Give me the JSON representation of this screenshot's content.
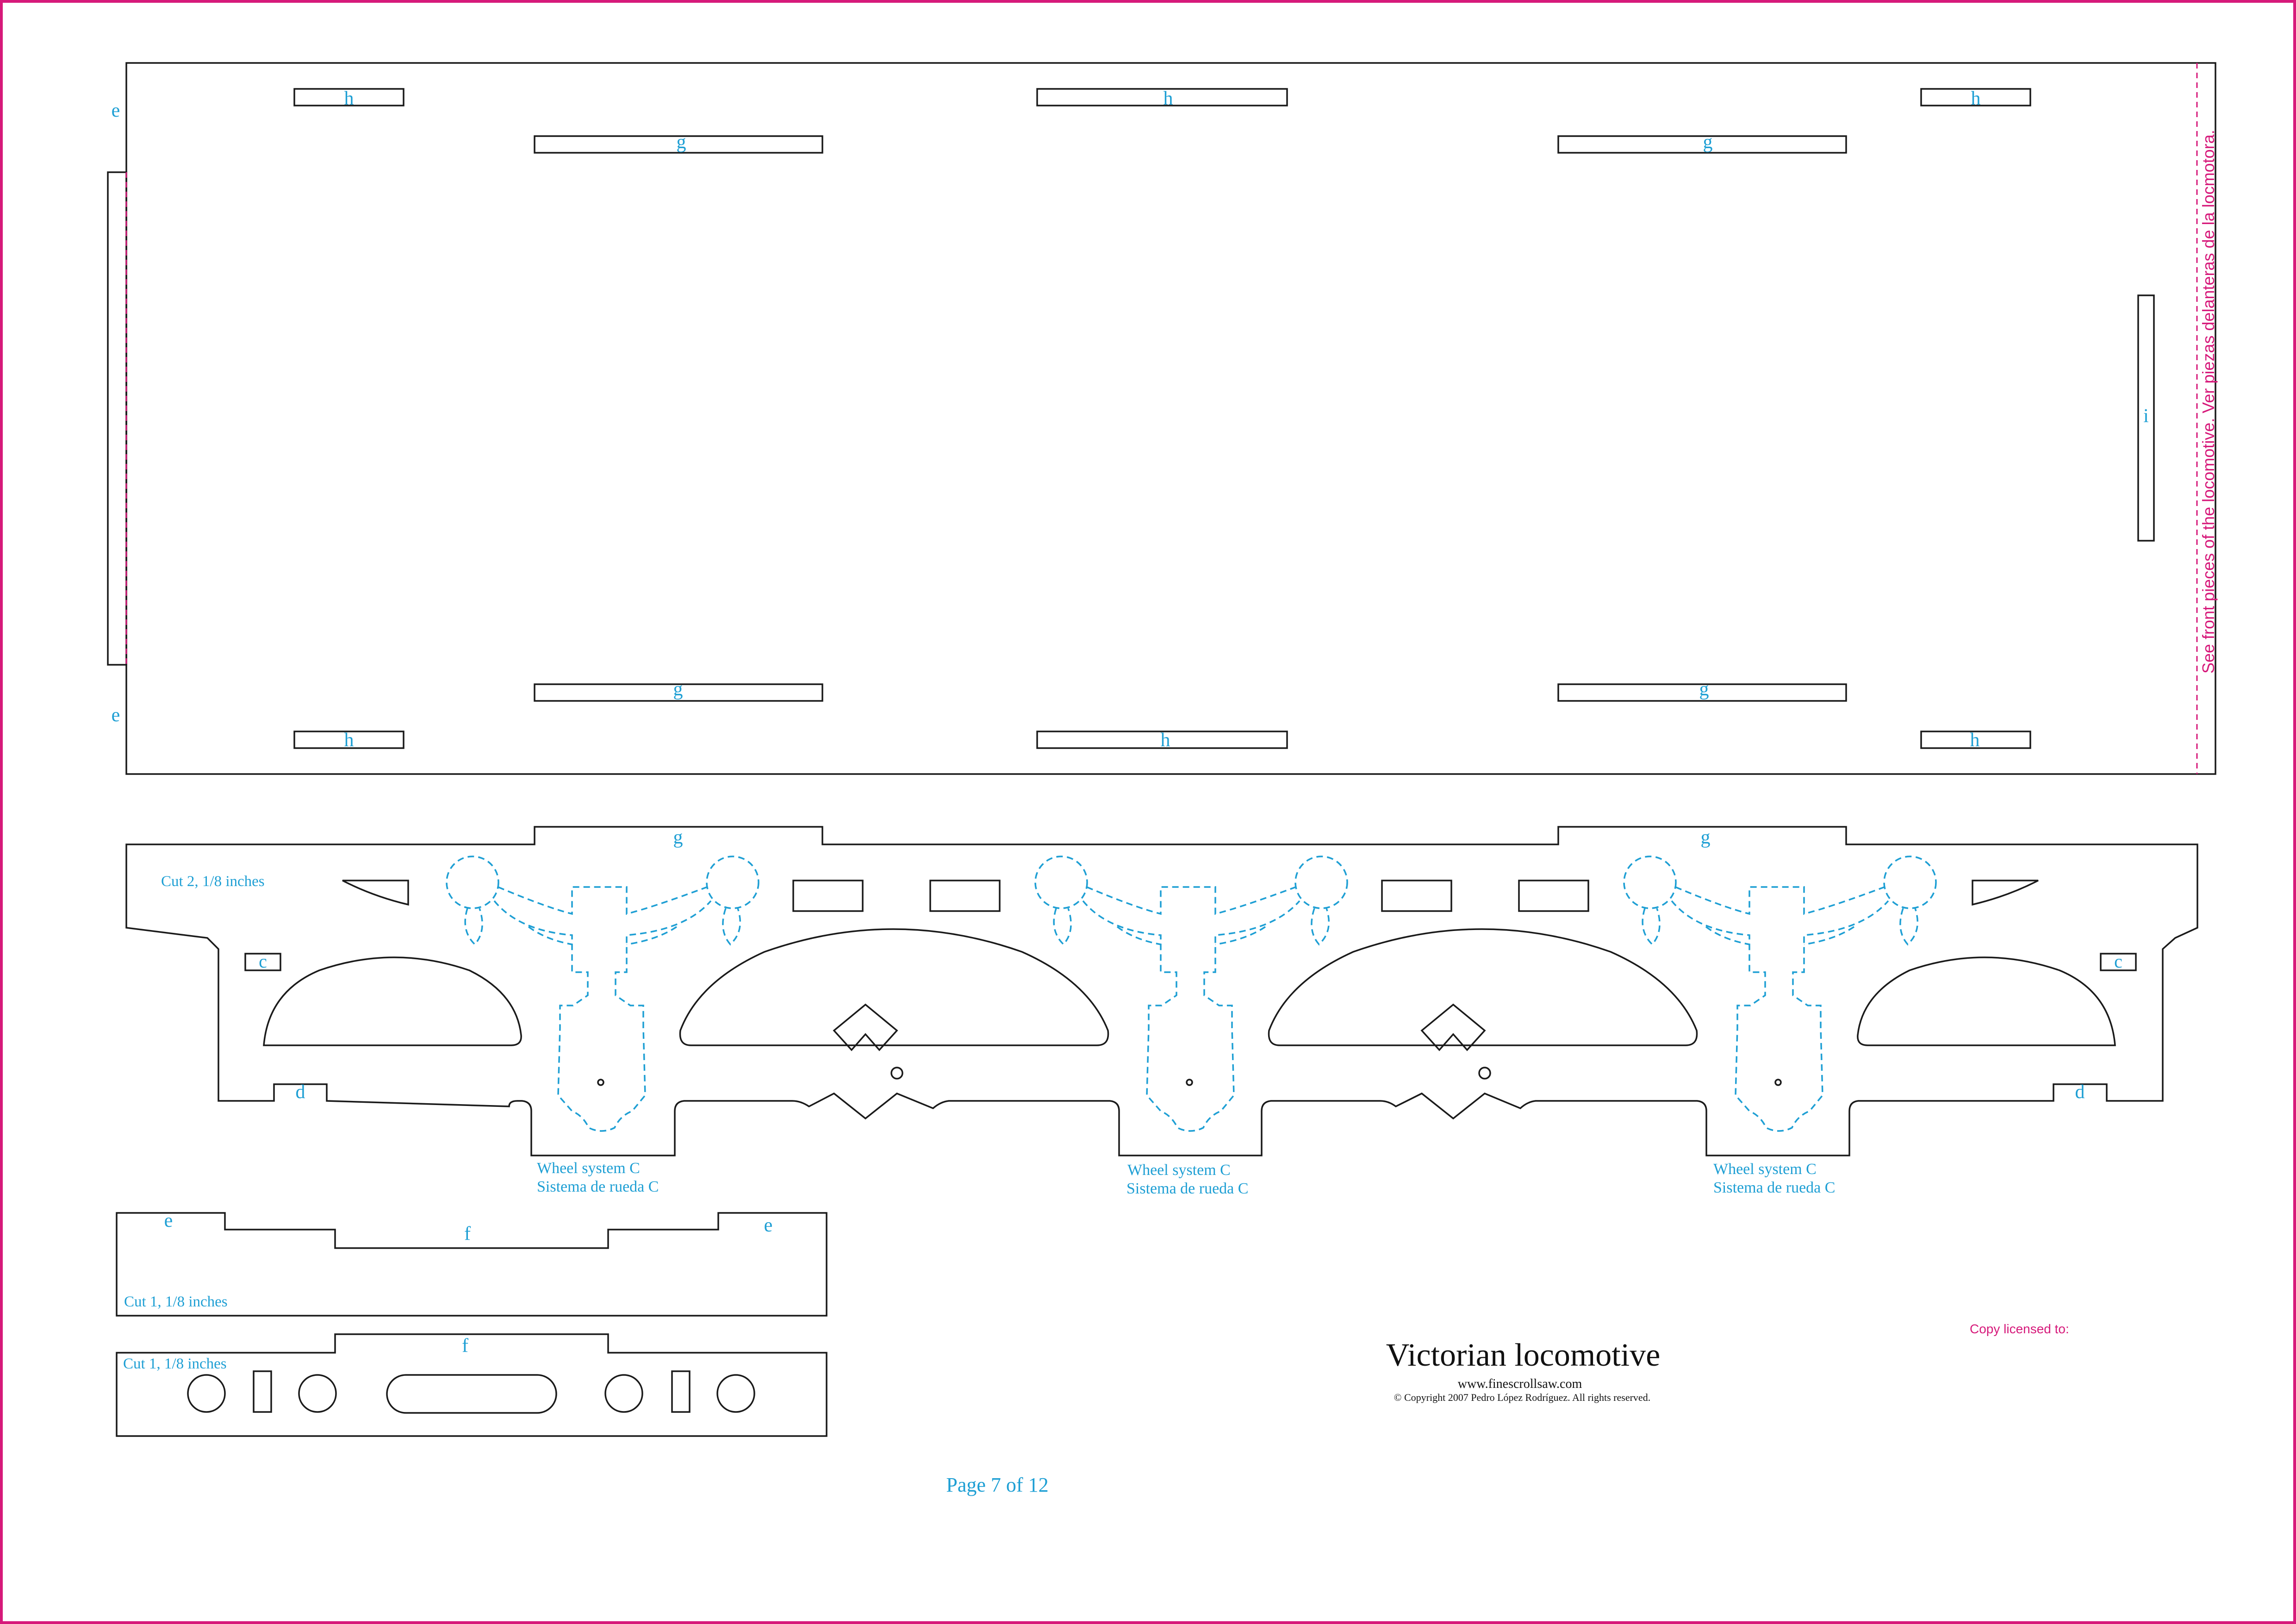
{
  "colors": {
    "frame": "#d6197a",
    "cut_line": "#1a1a1a",
    "label": "#1e9fd4",
    "note": "#d6197a"
  },
  "labels": {
    "h": "h",
    "g": "g",
    "e": "e",
    "i": "i",
    "c": "c",
    "d": "d",
    "f": "f"
  },
  "side_note": "See front pieces of the locomotive.   Ver piezas delanteras de la locmotora.",
  "notes": {
    "cut2": "Cut 2, 1/8 inches",
    "cut1_a": "Cut 1, 1/8 inches",
    "cut1_b": "Cut 1, 1/8 inches"
  },
  "wheel_system": [
    {
      "en": "Wheel system C",
      "es": "Sistema de rueda C"
    },
    {
      "en": "Wheel system C",
      "es": "Sistema de rueda C"
    },
    {
      "en": "Wheel system C",
      "es": "Sistema de rueda C"
    }
  ],
  "title_block": {
    "title": "Victorian locomotive",
    "website": "www.finescrollsaw.com",
    "copyright": "© Copyright 2007 Pedro López Rodríguez. All rights reserved."
  },
  "license": "Copy licensed to:",
  "page_number": "Page 7 of 12"
}
